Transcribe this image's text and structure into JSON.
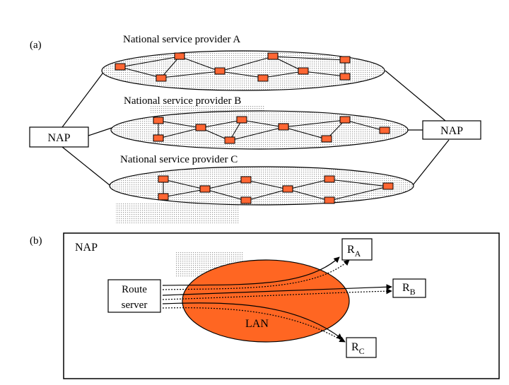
{
  "part_a": {
    "label": "(a)",
    "providers": [
      {
        "name": "National service provider A"
      },
      {
        "name": "National service provider B"
      },
      {
        "name": "National service provider C"
      }
    ],
    "nap_left": "NAP",
    "nap_right": "NAP"
  },
  "part_b": {
    "label": "(b)",
    "nap": "NAP",
    "route_server_line1": "Route",
    "route_server_line2": "server",
    "lan": "LAN",
    "routers": [
      {
        "base": "R",
        "sub": "A"
      },
      {
        "base": "R",
        "sub": "B"
      },
      {
        "base": "R",
        "sub": "C"
      }
    ]
  },
  "colors": {
    "router": "#ff6633",
    "lan": "#ff6622",
    "ellipse_fill": "#e8e8e8"
  }
}
